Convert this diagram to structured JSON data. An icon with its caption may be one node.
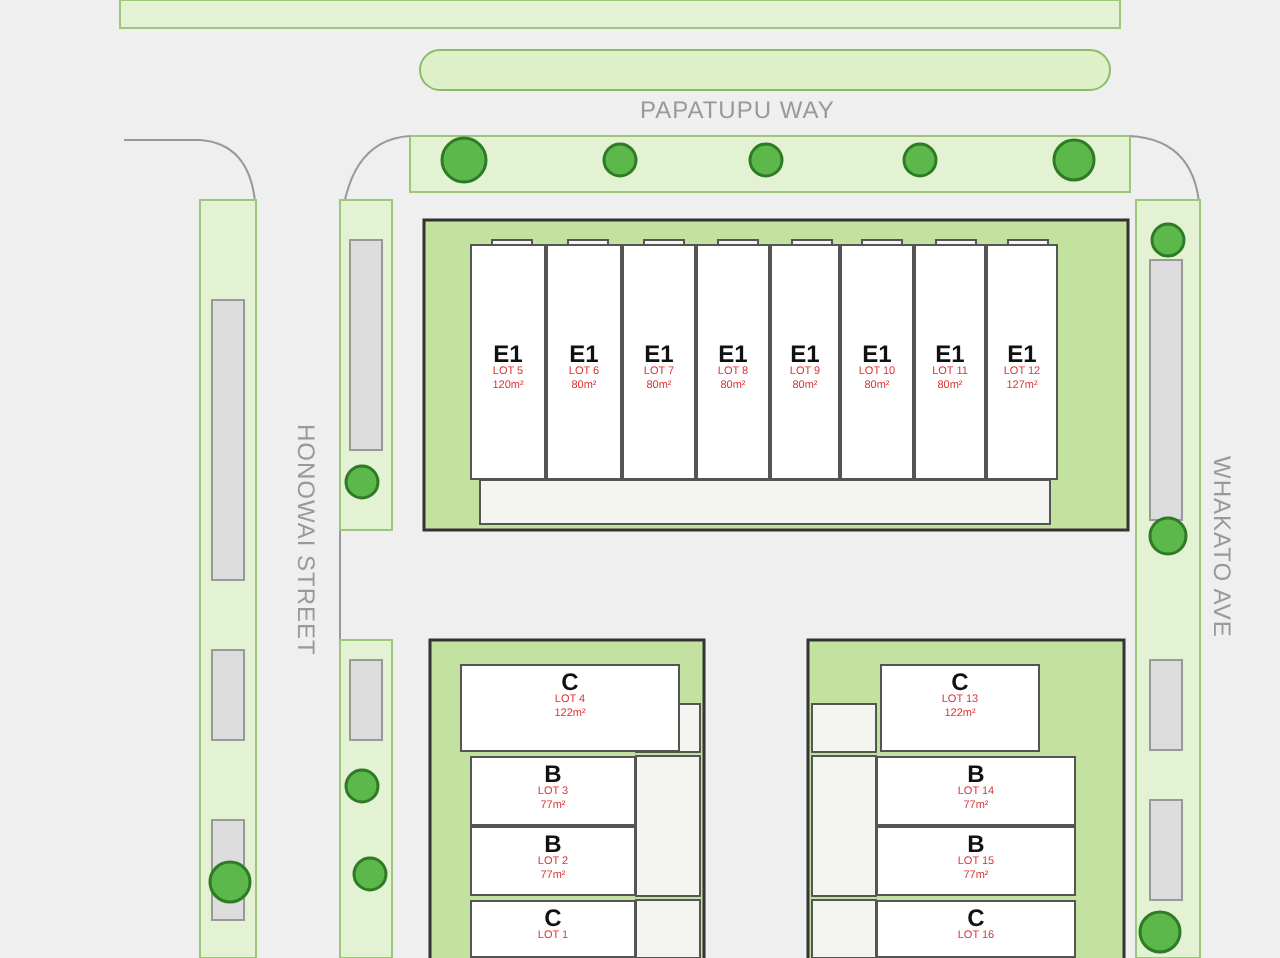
{
  "diagram": {
    "nodes": [
      {
        "text": [
          "E1",
          "LOT 5",
          "120m²"
        ]
      },
      {
        "text": [
          "E1",
          "LOT 6",
          "80m²"
        ]
      },
      {
        "text": [
          "E1",
          "LOT 7",
          "80m²"
        ]
      },
      {
        "text": [
          "E1",
          "LOT 8",
          "80m²"
        ]
      },
      {
        "text": [
          "E1",
          "LOT 9",
          "80m²"
        ]
      },
      {
        "text": [
          "E1",
          "LOT 10",
          "80m²"
        ]
      },
      {
        "text": [
          "E1",
          "LOT 11",
          "80m²"
        ]
      },
      {
        "text": [
          "E1",
          "LOT 12",
          "127m²"
        ]
      },
      {
        "text": [
          "C",
          "LOT 4",
          "122m²"
        ]
      },
      {
        "text": [
          "B",
          "LOT 3",
          "77m²"
        ]
      },
      {
        "text": [
          "B",
          "LOT 2",
          "77m²"
        ]
      },
      {
        "text": [
          "C",
          "LOT 1"
        ]
      },
      {
        "text": [
          "C",
          "LOT 13",
          "122m²"
        ]
      },
      {
        "text": [
          "B",
          "LOT 14",
          "77m²"
        ]
      },
      {
        "text": [
          "B",
          "LOT 15",
          "77m²"
        ]
      },
      {
        "text": [
          "C",
          "LOT 16"
        ]
      }
    ],
    "labels": [
      "PAPATUPU WAY",
      "HONOWAI STREET",
      "WHAKATO AVE"
    ]
  }
}
